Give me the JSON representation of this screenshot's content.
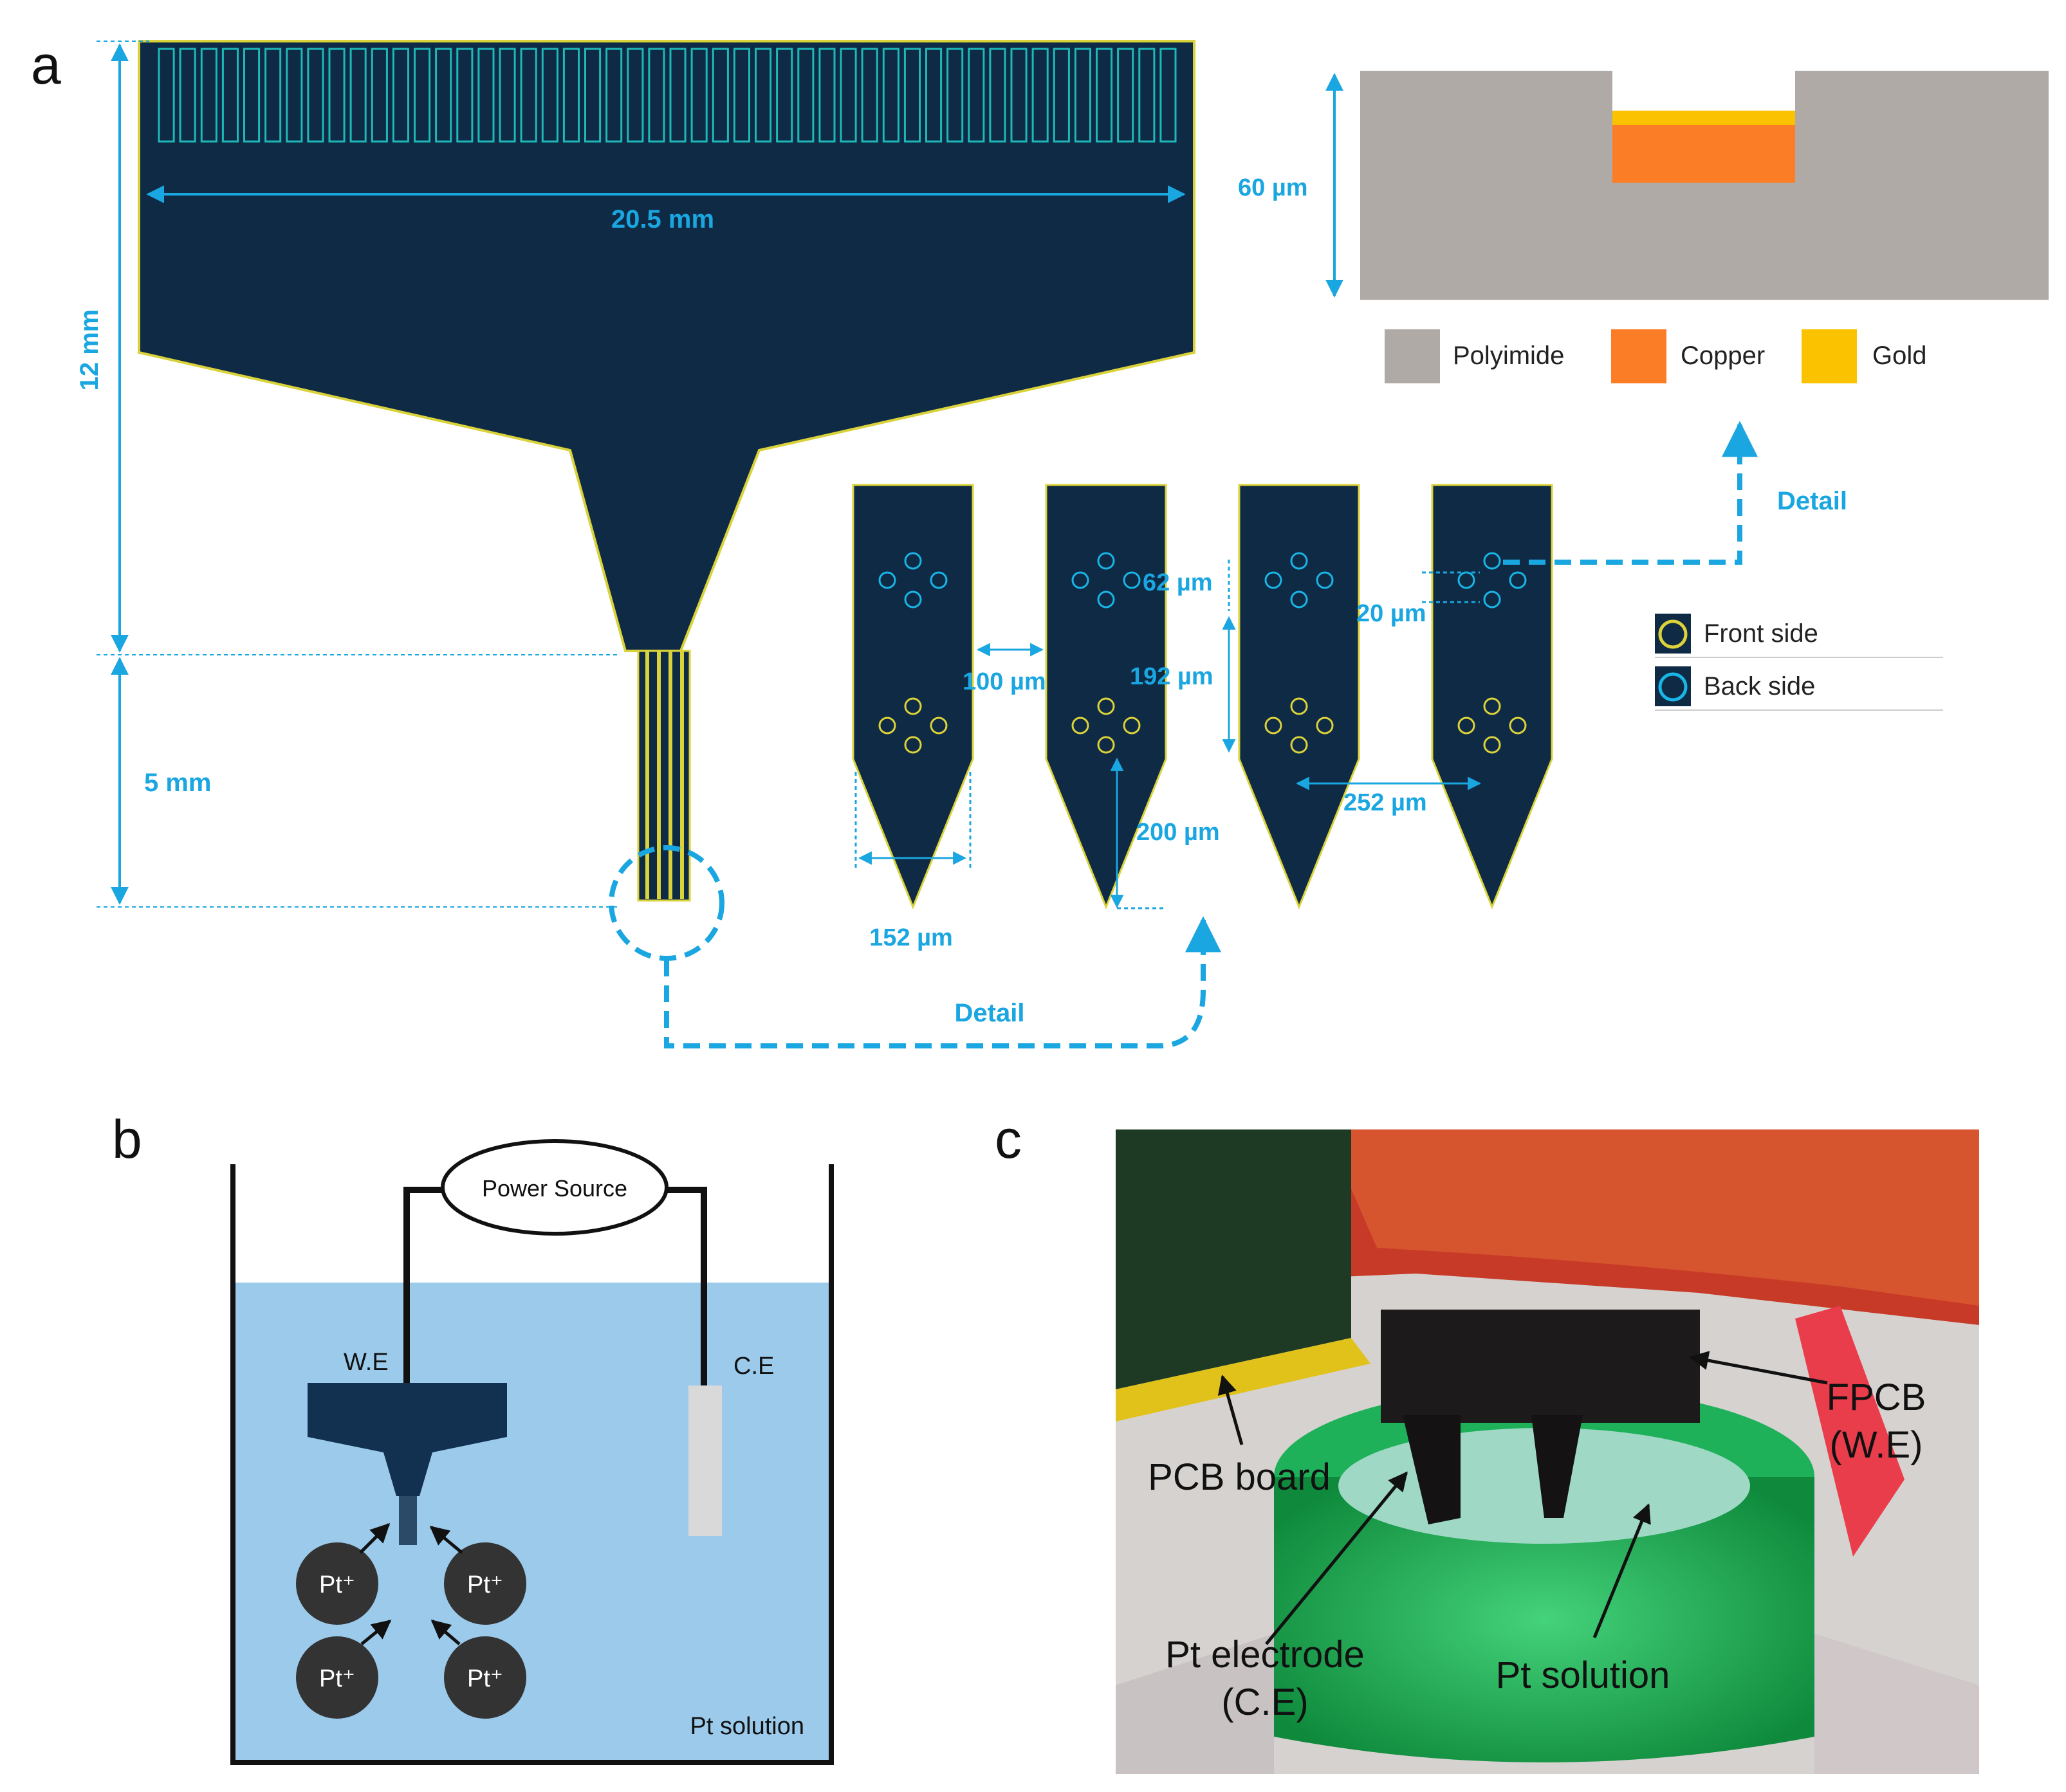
{
  "panels": {
    "a": {
      "letter": "a",
      "dims": {
        "width": "20.5 mm",
        "height_head": "12 mm",
        "height_shank": "5 mm",
        "d62": "62 µm",
        "d20": "20 µm",
        "d100": "100 µm",
        "d192": "192 µm",
        "d200": "200 µm",
        "d252": "252 µm",
        "d152": "152 µm",
        "thickness": "60 µm"
      },
      "detail_labels": [
        "Detail",
        "Detail"
      ],
      "material_legend": [
        {
          "label": "Polyimide",
          "color": "#b0aaa6"
        },
        {
          "label": "Copper",
          "color": "#fb7d25"
        },
        {
          "label": "Gold",
          "color": "#fbc200"
        }
      ],
      "side_legend": [
        {
          "label": "Front side",
          "color": "#dcd23a"
        },
        {
          "label": "Back side",
          "color": "#19b5e6"
        }
      ]
    },
    "b": {
      "letter": "b",
      "power_source": "Power Source",
      "we_label": "W.E",
      "ce_label": "C.E",
      "ions": [
        "Pt⁺",
        "Pt⁺",
        "Pt⁺",
        "Pt⁺"
      ],
      "solution_label": "Pt solution"
    },
    "c": {
      "letter": "c",
      "annotations": {
        "pcb_board": "PCB board",
        "fpcb": "FPCB",
        "fpcb_sub": "(W.E)",
        "pt_electrode": "Pt electrode",
        "pt_electrode_sub": "(C.E)",
        "pt_solution": "Pt solution"
      }
    }
  },
  "colors": {
    "probe_fill": "#0e2a45",
    "probe_edge": "#d9d23a",
    "dimension_blue": "#1aa6e0",
    "solution_blue": "#9bcaeb"
  }
}
